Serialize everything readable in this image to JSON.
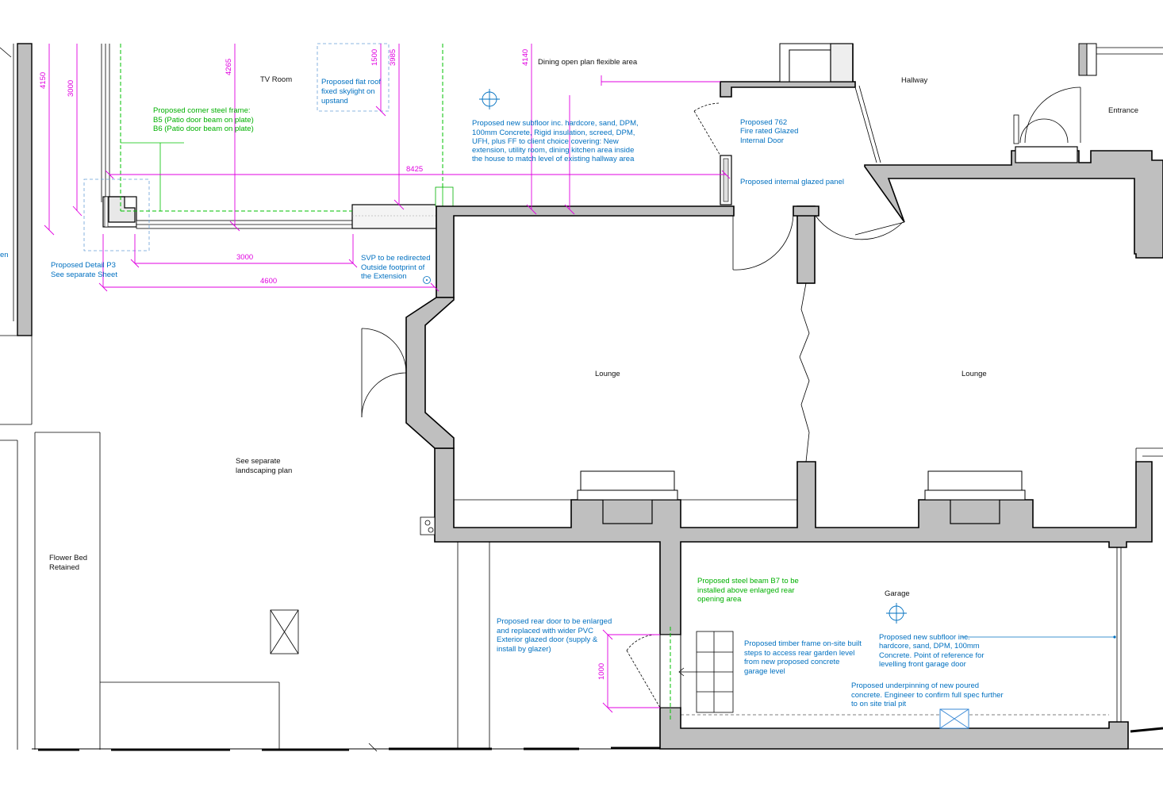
{
  "rooms": {
    "tv_room": "TV Room",
    "dining": "Dining open plan flexible area",
    "hallway": "Hallway",
    "entrance": "Entrance",
    "lounge_left": "Lounge",
    "lounge_right": "Lounge",
    "garage": "Garage",
    "landscaping": [
      "See separate",
      "landscaping plan"
    ],
    "flower_bed": [
      "Flower Bed",
      "Retained"
    ],
    "edge_fragment": "en"
  },
  "notes": {
    "skylight": [
      "Proposed flat roof",
      "fixed skylight on",
      "upstand"
    ],
    "subfloor_house": [
      "Proposed new subfloor inc. hardcore, sand, DPM,",
      "100mm Concrete, Rigid insulation, screed, DPM,",
      "UFH, plus FF to client choice covering: New",
      "extension, utility room, dining kitchen area inside",
      "the house to match level of existing hallway area"
    ],
    "door_762": [
      "Proposed 762",
      "Fire rated Glazed",
      "Internal Door"
    ],
    "glazed_panel": "Proposed internal glazed panel",
    "detail_p3": [
      "Proposed Detail P3",
      "See separate Sheet"
    ],
    "svp": [
      "SVP to be redirected",
      "Outside footprint of",
      "the Extension"
    ],
    "rear_door": [
      "Proposed rear door to be enlarged",
      "and replaced with wider PVC",
      "Exterior glazed door (supply &",
      "install by glazer)"
    ],
    "timber_steps": [
      "Proposed timber frame on-site built",
      "steps to access rear garden level",
      "from new proposed concrete",
      "garage level"
    ],
    "garage_subfloor": [
      "Proposed new subfloor inc.",
      "hardcore, sand, DPM, 100mm",
      "Concrete. Point of reference for",
      "levelling front garage door"
    ],
    "underpinning": [
      "Proposed underpinning of new poured",
      "concrete. Engineer to confirm full spec further",
      "to on site trial pit"
    ]
  },
  "green_notes": {
    "corner_frame": [
      "Proposed corner steel frame:",
      "B5 (Patio door beam on plate)",
      "B6 (Patio door beam on plate)"
    ],
    "beam_b7": [
      "Proposed steel beam B7 to be",
      "installed above enlarged rear",
      "opening area"
    ]
  },
  "dimensions": {
    "d4150": "4150",
    "d3000_v": "3000",
    "d4265": "4265",
    "d1500": "1500",
    "d3985": "3985",
    "d4140": "4140",
    "d8425": "8425",
    "d3000_h": "3000",
    "d4600": "4600",
    "d1000": "1000"
  },
  "colors": {
    "wall_fill": "#bfbfbf",
    "note_blue": "#0070c0",
    "green_note": "#00b000",
    "dimension_magenta": "#e000e0"
  }
}
